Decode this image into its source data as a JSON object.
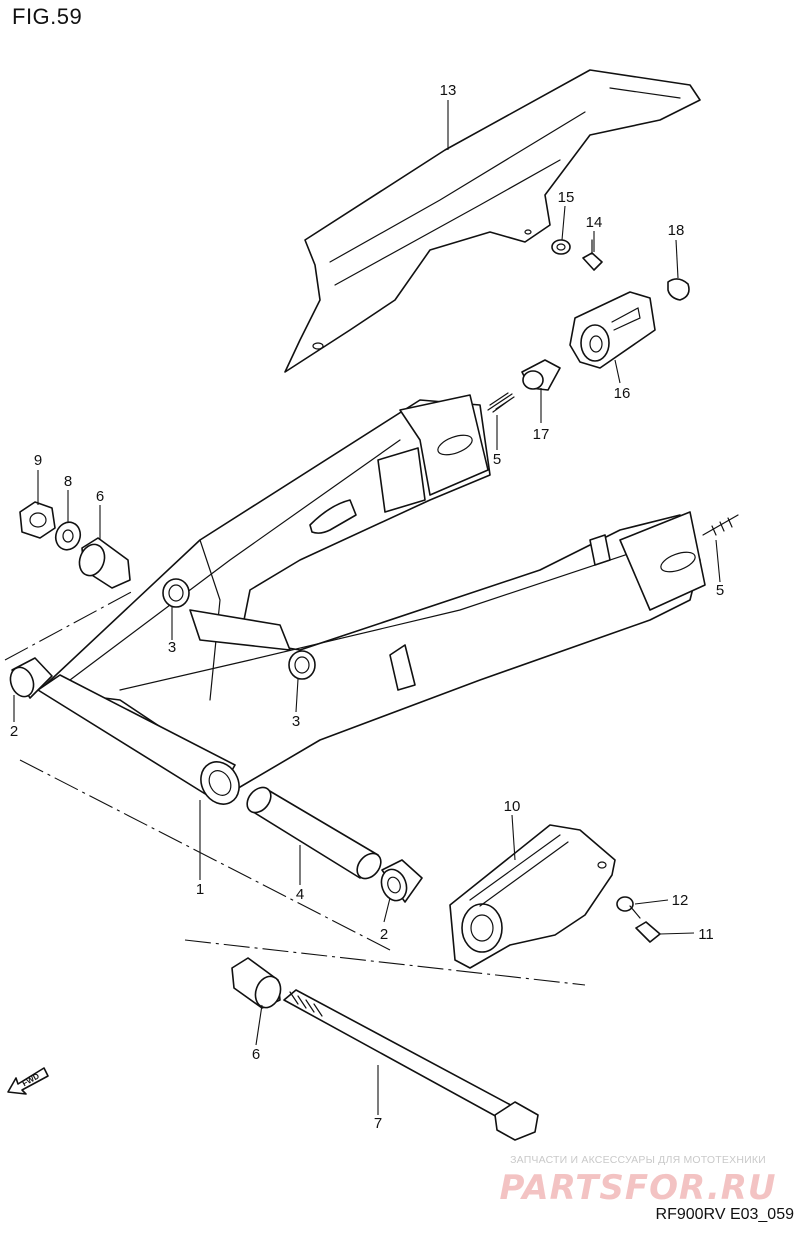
{
  "figure": {
    "title": "FIG.59",
    "code": "RF900RV E03_059"
  },
  "forward_marker": {
    "label": "FWD",
    "icon": "forward-arrow-icon"
  },
  "watermark": {
    "subtitle": "ЗАПЧАСТИ И АКСЕССУАРЫ ДЛЯ МОТОТЕХНИКИ",
    "logo": "PARTSFOR.RU"
  },
  "parts": [
    {
      "label": "13"
    },
    {
      "label": "15"
    },
    {
      "label": "14"
    },
    {
      "label": "18"
    },
    {
      "label": "16"
    },
    {
      "label": "17"
    },
    {
      "label": "5"
    },
    {
      "label": "9"
    },
    {
      "label": "8"
    },
    {
      "label": "6"
    },
    {
      "label": "5"
    },
    {
      "label": "3"
    },
    {
      "label": "3"
    },
    {
      "label": "2"
    },
    {
      "label": "1"
    },
    {
      "label": "4"
    },
    {
      "label": "10"
    },
    {
      "label": "12"
    },
    {
      "label": "11"
    },
    {
      "label": "2"
    },
    {
      "label": "6"
    },
    {
      "label": "7"
    }
  ]
}
